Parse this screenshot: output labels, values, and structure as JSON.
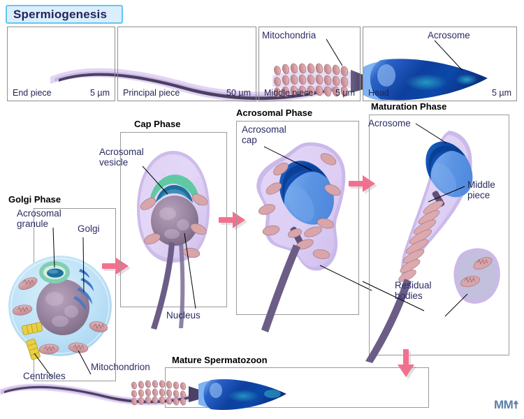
{
  "title": "Spermiogenesis",
  "sperm_anatomy": {
    "segments": [
      {
        "name": "End piece",
        "size": "5 µm"
      },
      {
        "name": "Principal piece",
        "size": "50 µm"
      },
      {
        "name": "Middle piece",
        "size": "5 µm"
      },
      {
        "name": "Head",
        "size": "5 µm"
      }
    ],
    "callouts": [
      {
        "id": "mitochondria",
        "text": "Mitochondria"
      },
      {
        "id": "acrosome",
        "text": "Acrosome"
      }
    ]
  },
  "phases": [
    {
      "id": "golgi",
      "title": "Golgi Phase",
      "labels": [
        {
          "id": "acrosomal-granule",
          "line1": "Acrosomal",
          "line2": "granule"
        },
        {
          "id": "golgi",
          "line1": "Golgi",
          "line2": ""
        },
        {
          "id": "centrioles",
          "line1": "Centrioles",
          "line2": ""
        },
        {
          "id": "mitochondrion",
          "line1": "Mitochondrion",
          "line2": ""
        }
      ]
    },
    {
      "id": "cap",
      "title": "Cap Phase",
      "labels": [
        {
          "id": "acrosomal-vesicle",
          "line1": "Acrosomal",
          "line2": "vesicle"
        },
        {
          "id": "nucleus",
          "line1": "Nucleus",
          "line2": ""
        }
      ]
    },
    {
      "id": "acrosomal",
      "title": "Acrosomal Phase",
      "labels": [
        {
          "id": "acrosomal-cap",
          "line1": "Acrosomal",
          "line2": "cap"
        }
      ]
    },
    {
      "id": "maturation",
      "title": "Maturation Phase",
      "labels": [
        {
          "id": "acrosome",
          "line1": "Acrosome",
          "line2": ""
        },
        {
          "id": "middle-piece",
          "line1": "Middle",
          "line2": "piece"
        },
        {
          "id": "residual-bodies",
          "line1": "Residual",
          "line2": "bodies"
        }
      ]
    },
    {
      "id": "mature",
      "title": "Mature Spermatozoon",
      "labels": []
    }
  ],
  "watermark": {
    "text": "MM",
    "symbol": "☨"
  },
  "colors": {
    "title_badge_fill": "#dbeefc",
    "title_badge_border": "#63c6f0",
    "title_text": "#24245c",
    "label_text": "#2b2b63",
    "panel_border": "#9a9a9a",
    "arrow": "#f2708e",
    "cytoplasm_blue": "#bfe0f5",
    "cytoplasm_lavender": "#d9cdf0",
    "nucleus_purple": "#8d7b95",
    "acrosome_dark_blue": "#0d52b0",
    "acrosome_mid_blue": "#4f8fe3",
    "acrosomal_green": "#5fc9a4",
    "acrosomal_teal": "#1d6f9c",
    "mitochondrion_pink": "#d9a0a6",
    "centriole_yellow": "#e8cf45",
    "tail_core": "#5b4f7a",
    "tail_sheath": "#d8c6ec",
    "watermark": "#5b7fa6"
  }
}
